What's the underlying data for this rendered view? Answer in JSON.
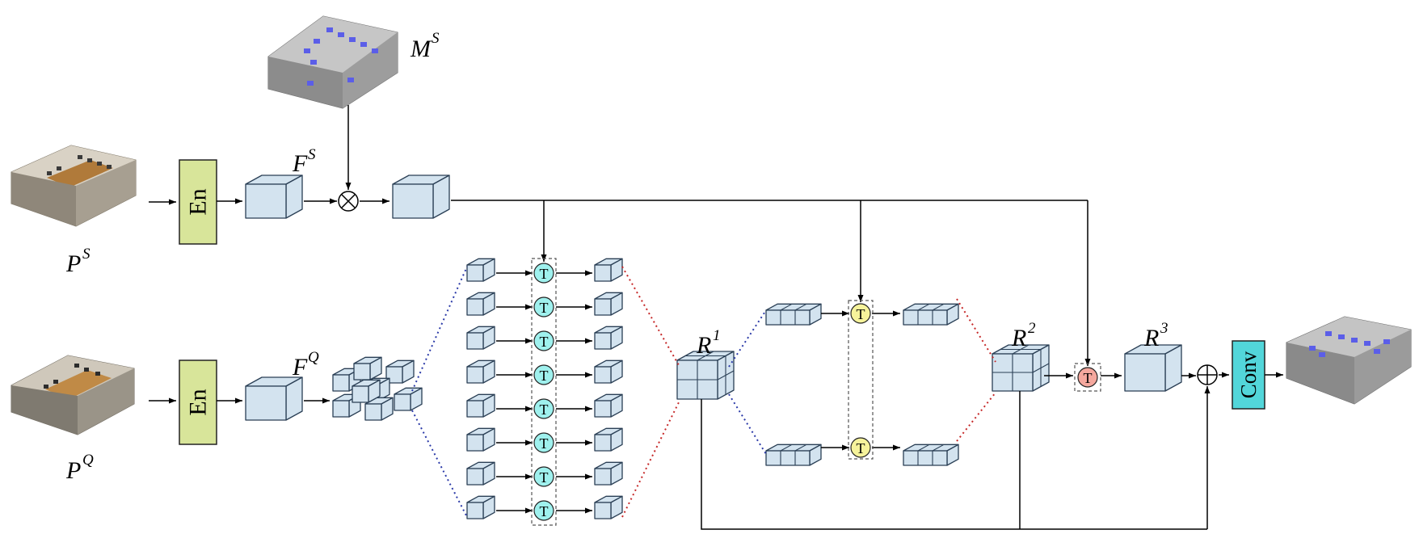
{
  "labels": {
    "ps": {
      "base": "P",
      "sup": "S"
    },
    "pq": {
      "base": "P",
      "sup": "Q"
    },
    "fs": {
      "base": "F",
      "sup": "S"
    },
    "fq": {
      "base": "F",
      "sup": "Q"
    },
    "ms": {
      "base": "M",
      "sup": "S"
    },
    "r1": {
      "base": "R",
      "sup": "1"
    },
    "r2": {
      "base": "R",
      "sup": "2"
    },
    "r3": {
      "base": "R",
      "sup": "3"
    }
  },
  "blocks": {
    "encoder": "En",
    "conv": "Conv",
    "transformer": "T"
  },
  "colors": {
    "cube_fill": "#d3e3ef",
    "cube_stroke": "#2a3f55",
    "encoder_fill": "#d8e59a",
    "conv_fill": "#52d6da",
    "t_cyan": "#9ff1ee",
    "t_yellow": "#f6f39b",
    "t_red": "#f5a89e",
    "dot_blue": "#2b3aa8",
    "dot_red": "#c62828",
    "pointcloud_gray": "#9a9a9a",
    "pointcloud_blue": "#5b5ee8"
  }
}
